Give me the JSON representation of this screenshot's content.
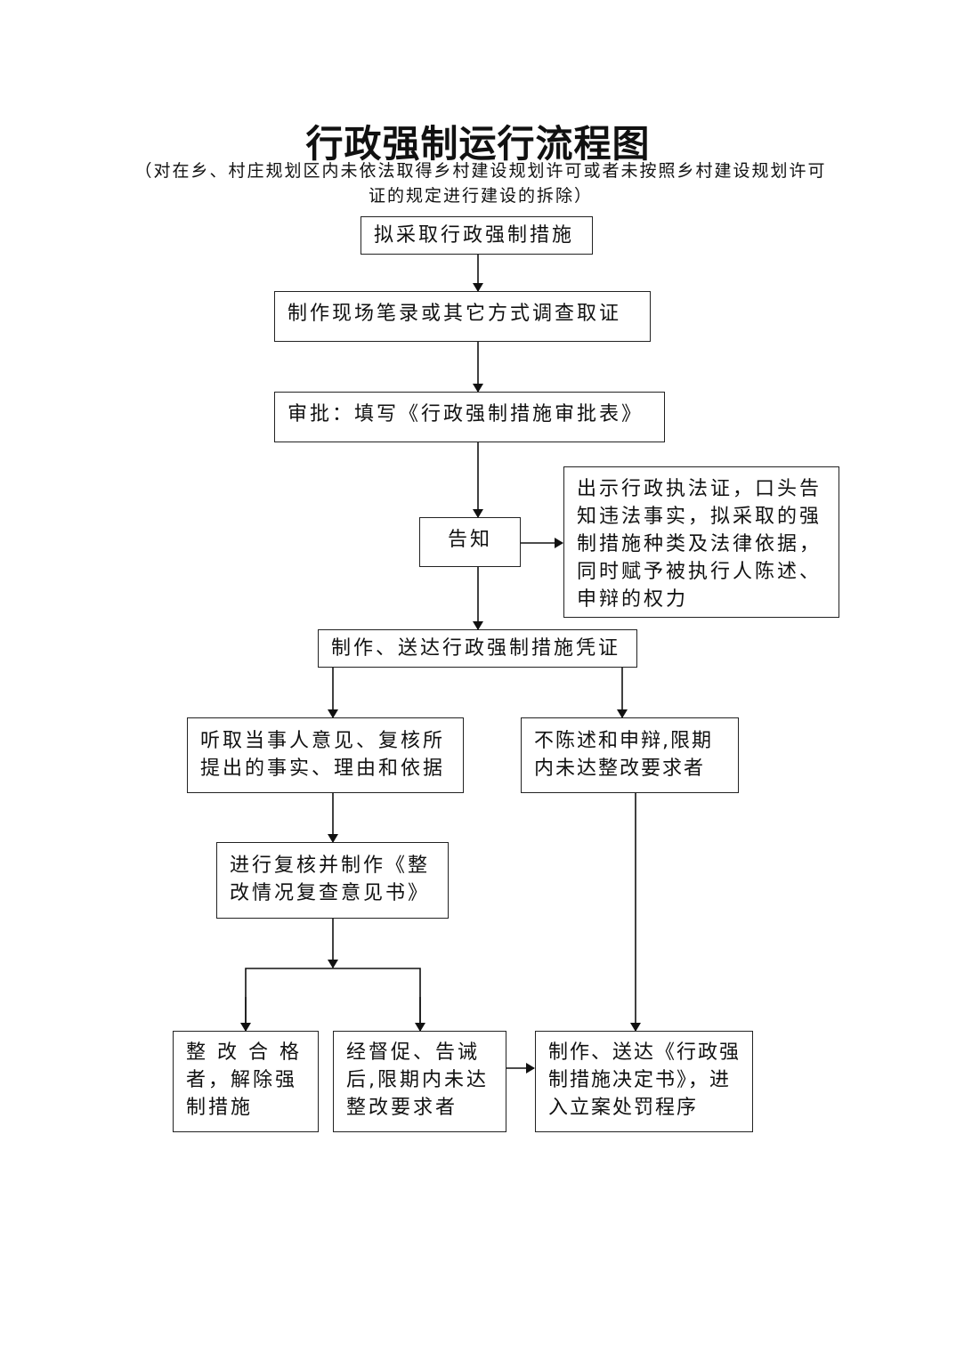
{
  "title": "行政强制运行流程图",
  "subtitle": "（对在乡、村庄规划区内未依法取得乡村建设规划许可或者未按照乡村建设规划许可证的规定进行建设的拆除）",
  "nodes": {
    "n1": "拟采取行政强制措施",
    "n2": "制作现场笔录或其它方式调查取证",
    "n3": "审批：填写《行政强制措施审批表》",
    "n4": "告知",
    "n5": "出示行政执法证，口头告知违法事实，拟采取的强制措施种类及法律依据，同时赋予被执行人陈述、申辩的权力",
    "n6": "制作、送达行政强制措施凭证",
    "n7": "听取当事人意见、复核所提出的事实、理由和依据",
    "n8": "不陈述和申辩,限期内未达整改要求者",
    "n9": "进行复核并制作《整改情况复查意见书》",
    "n10": "整 改 合 格 者，解除强制措施",
    "n11": "经督促、告诫后,限期内未达整改要求者",
    "n12": "制作、送达《行政强制措施决定书》，进入立案处罚程序"
  }
}
